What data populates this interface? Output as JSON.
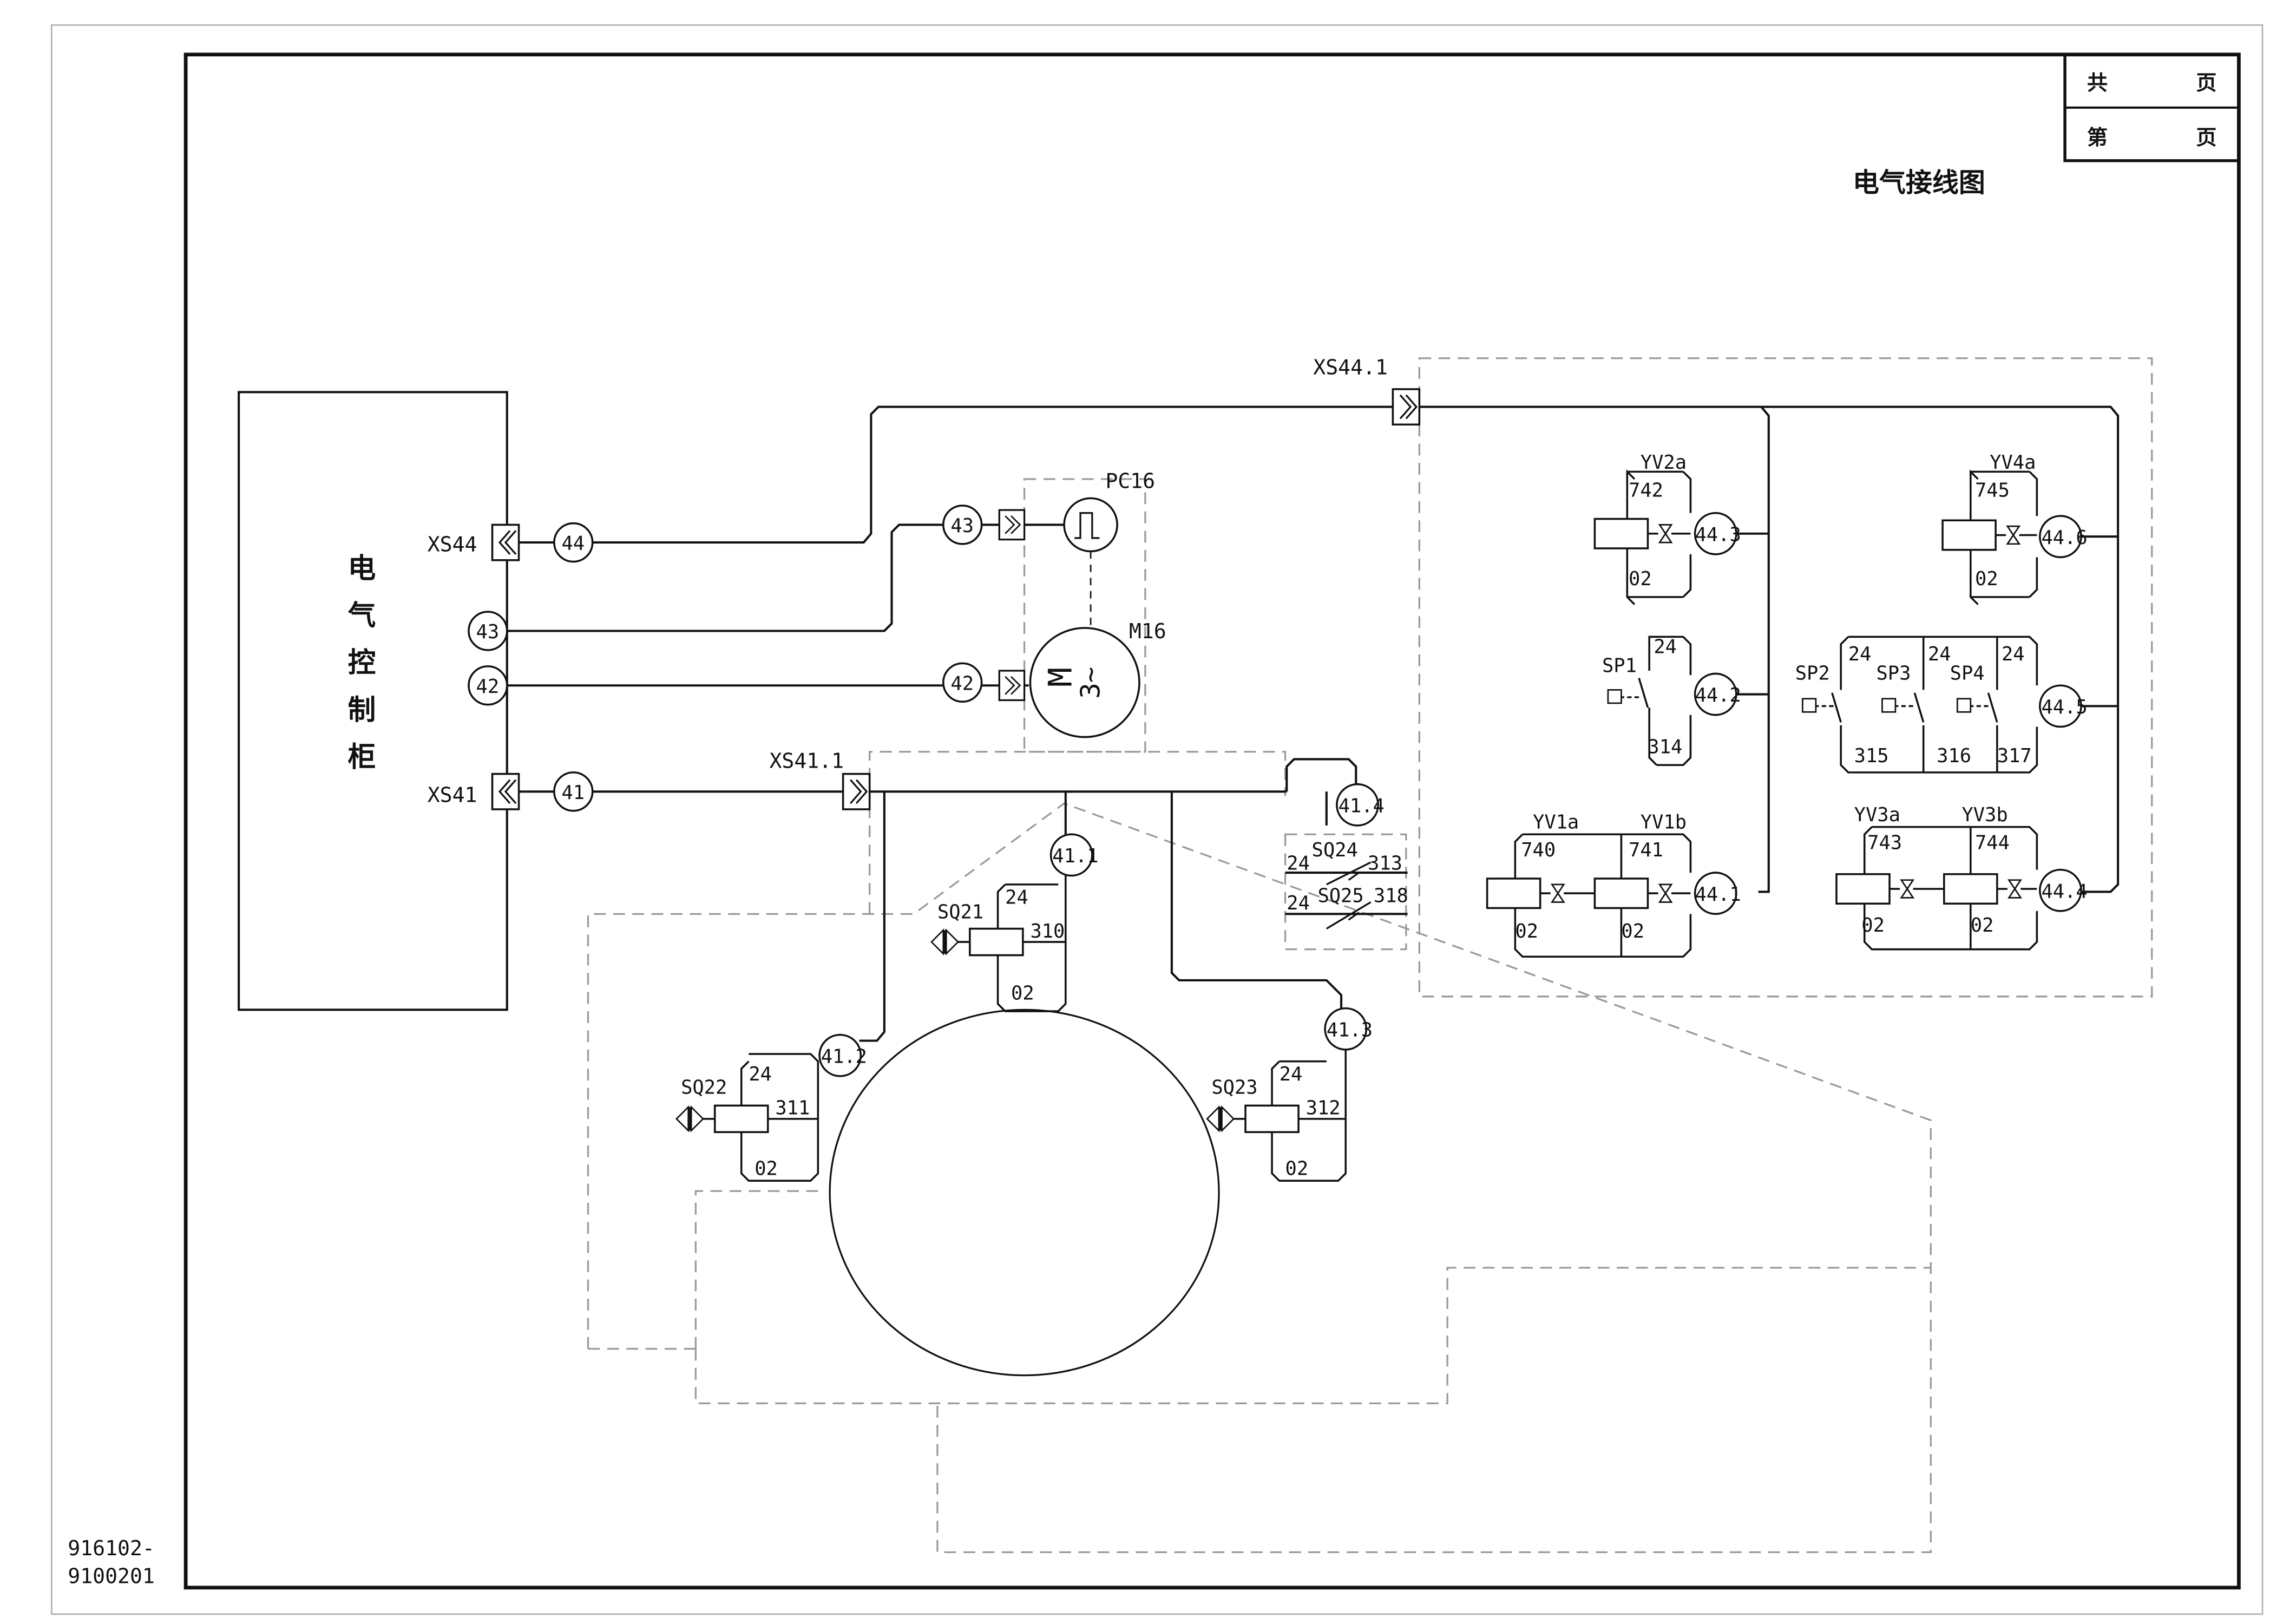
{
  "title": "电气接线图",
  "page_box": {
    "total": "共",
    "current": "第",
    "unit": "页"
  },
  "drawing_number": [
    "916102-",
    "9100201"
  ],
  "cabinet_label": [
    "电",
    "气",
    "控",
    "制",
    "柜"
  ],
  "connectors": {
    "xs44": "XS44",
    "xs41": "XS41",
    "xs44_1": "XS44.1",
    "xs41_1": "XS41.1"
  },
  "wires": {
    "w44": "44",
    "w43": "43",
    "w42": "42",
    "w41": "41",
    "w43b": "43",
    "w42b": "42"
  },
  "devices": {
    "pc16": "PC16",
    "m16": "M16",
    "motor_m": "M",
    "motor_3": "3~",
    "yv2a": "YV2a",
    "yv4a": "YV4a",
    "yv1a": "YV1a",
    "yv1b": "YV1b",
    "yv3a": "YV3a",
    "yv3b": "YV3b",
    "sp1": "SP1",
    "sp2": "SP2",
    "sp3": "SP3",
    "sp4": "SP4",
    "sq21": "SQ21",
    "sq22": "SQ22",
    "sq23": "SQ23",
    "sq24": "SQ24",
    "sq25": "SQ25"
  },
  "terminals": {
    "t44_3": "44.3",
    "t44_6": "44.6",
    "t44_2": "44.2",
    "t44_5": "44.5",
    "t44_1": "44.1",
    "t44_4": "44.4",
    "t41_1": "41.1",
    "t41_2": "41.2",
    "t41_3": "41.3",
    "t41_4": "41.4"
  },
  "numbers": {
    "n742": "742",
    "n745": "745",
    "n740": "740",
    "n741": "741",
    "n743": "743",
    "n744": "744",
    "n314": "314",
    "n315": "315",
    "n316": "316",
    "n317": "317",
    "n310": "310",
    "n311": "311",
    "n312": "312",
    "n313": "313",
    "n318": "318",
    "n24": "24",
    "n02": "02"
  },
  "colors": {
    "line": "#111111",
    "dash": "#9a9a9a",
    "frame": "#b0b0b0"
  }
}
